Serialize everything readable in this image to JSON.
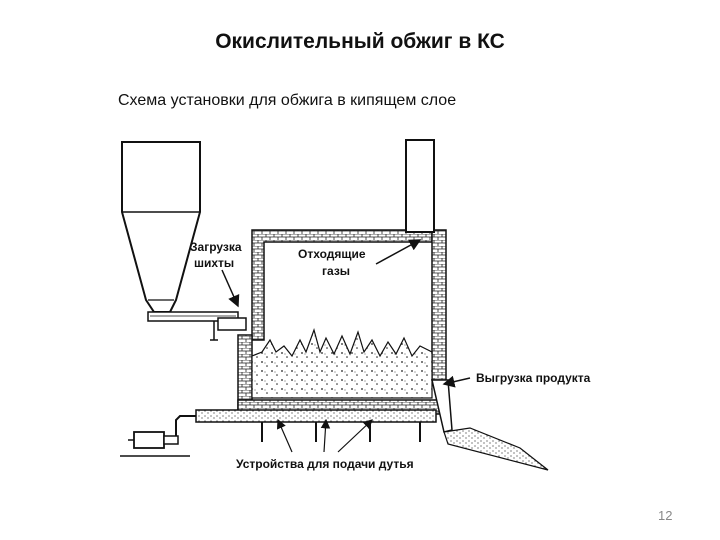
{
  "slide": {
    "title": "Окислительный обжиг в КС",
    "subtitle": "Схема установки для обжига в кипящем слое",
    "page_number": "12"
  },
  "diagram": {
    "labels": {
      "charge_loading_line1": "Загрузка",
      "charge_loading_line2": "шихты",
      "off_gases_line1": "Отходящие",
      "off_gases_line2": "газы",
      "product_unloading": "Выгрузка продукта",
      "blast_devices": "Устройства для подачи дутья"
    }
  }
}
